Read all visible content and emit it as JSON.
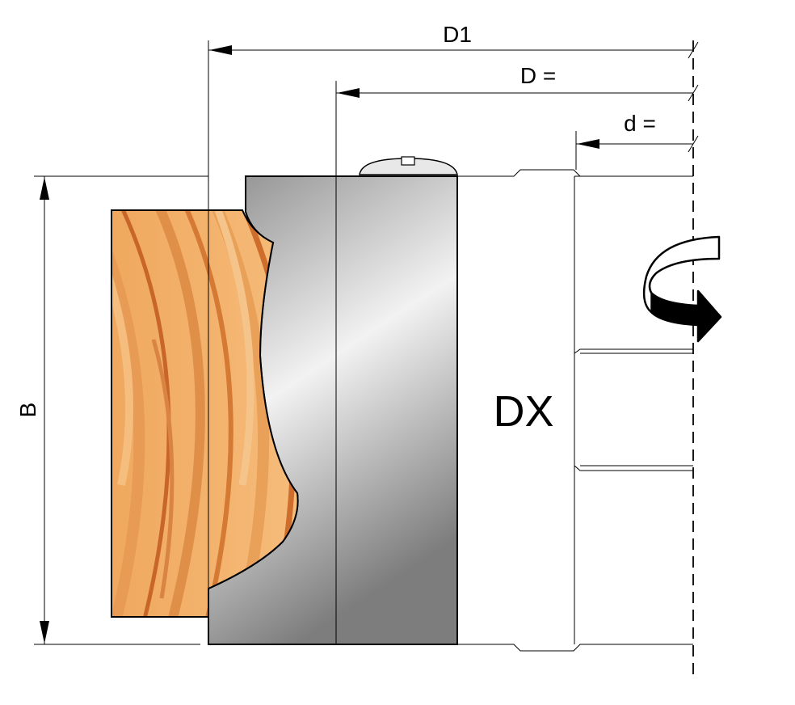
{
  "labels": {
    "d1": "D1",
    "d_outer": "D =",
    "d_bore": "d =",
    "height": "B",
    "rotation_code": "DX"
  },
  "colors": {
    "wood_light": "#f2b06a",
    "wood_mid": "#e29a4f",
    "wood_dark": "#c8662a",
    "steel_light": "#f4f4f4",
    "steel_dark": "#8a8a8a",
    "outline": "#000000"
  },
  "icons": {
    "rotation": "curved-arrow-icon",
    "screw": "screw-head-icon"
  }
}
